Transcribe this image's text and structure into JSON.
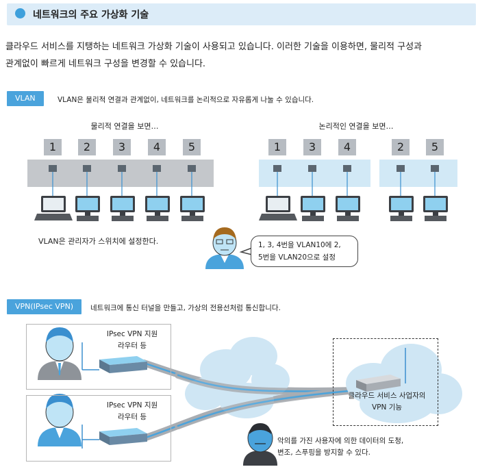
{
  "title": "네트워크의 주요 가상화 기술",
  "intro": {
    "line1": "클라우드 서비스를 지탱하는 네트워크 가상화 기술이 사용되고 있습니다. 이러한 기술을 이용하면, 물리적 구성과",
    "line2": "관계없이 빠르게 네트워크 구성을 변경할 수 있습니다."
  },
  "vlan": {
    "tag": "VLAN",
    "desc": "VLAN은 물리적 연결과 관계없이, 네트워크를 논리적으로 자유롭게 나눌 수 있습니다.",
    "physical_caption": "물리적 연결을 보면…",
    "logical_caption": "논리적인 연결을 보면…",
    "physical_ports": [
      "1",
      "2",
      "3",
      "4",
      "5"
    ],
    "logical_group1": [
      "1",
      "3",
      "4"
    ],
    "logical_group2": [
      "2",
      "5"
    ],
    "admin_note": "VLAN은 관리자가 스위치에 설정한다.",
    "bubble_line1": "1, 3, 4번을 VLAN10에 2,",
    "bubble_line2": "5번을 VLAN20으로 설정"
  },
  "vpn": {
    "tag": "VPN(IPsec VPN)",
    "desc": "네트워크에 통신 터널을 만들고, 가상의 전용선처럼 통신합니다.",
    "router1_line1": "IPsec VPN 지원",
    "router1_line2": "라우터 등",
    "router2_line1": "IPsec VPN 지원",
    "router2_line2": "라우터 등",
    "provider_line1": "클라우드 서비스 사업자의",
    "provider_line2": "VPN 기능",
    "note_line1": "악의를 가진 사용자에 의한 데이터의 도청,",
    "note_line2": "변조, 스푸핑을 방지할 수 있다."
  },
  "colors": {
    "accent": "#4aa3dc",
    "title_bg": "#dcecf8",
    "switch_gray": "#c4c7cb",
    "switch_blue": "#d2e9f6",
    "cloud": "#cfe6f4"
  },
  "icons": [
    "laptop-icon",
    "desktop-icon",
    "person-icon",
    "router-icon",
    "cloud-icon"
  ]
}
